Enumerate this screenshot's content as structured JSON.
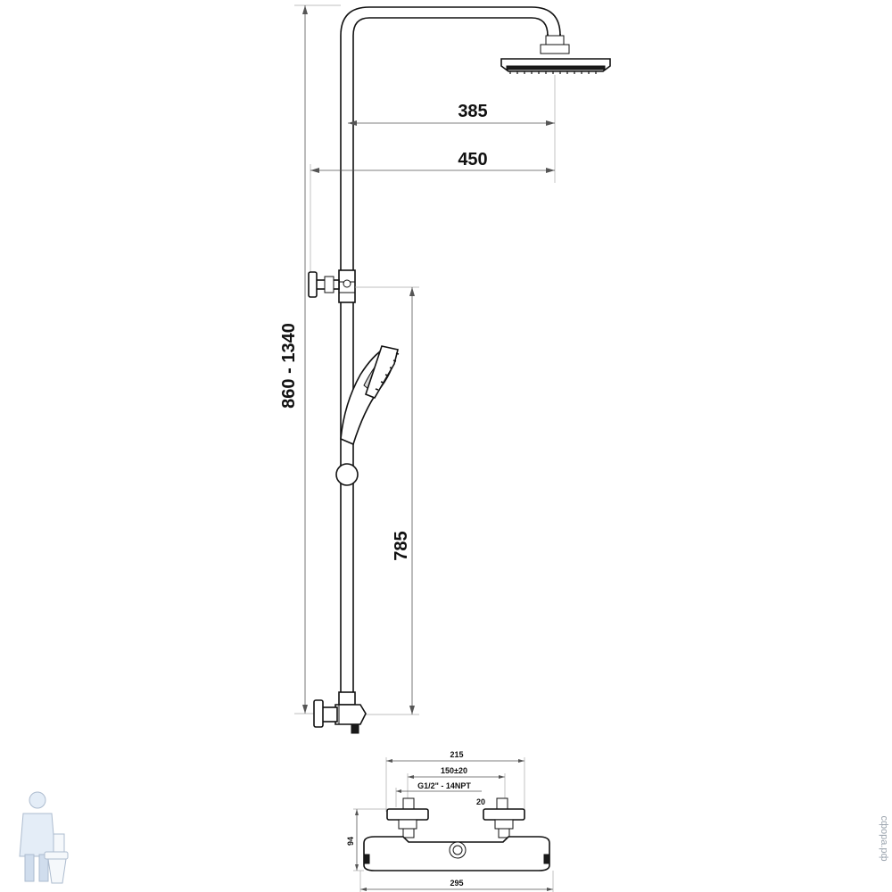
{
  "diagram": {
    "dimensions": {
      "arm_reach": "385",
      "overall_reach": "450",
      "height_range": "860 - 1340",
      "outlet_to_bracket": "785"
    },
    "mixer_dimensions": {
      "overall_width": "215",
      "inlet_spacing": "150±20",
      "thread": "G1/2\" - 14NPT",
      "eccentric": "20",
      "height": "94",
      "body_width": "295"
    },
    "watermark": {
      "logo_icon": "plumber-with-toilet-icon",
      "site_text": "сфора.рф"
    },
    "colors": {
      "line": "#111111",
      "dimension_line": "#555555",
      "watermark": "#9aa3ad"
    }
  }
}
